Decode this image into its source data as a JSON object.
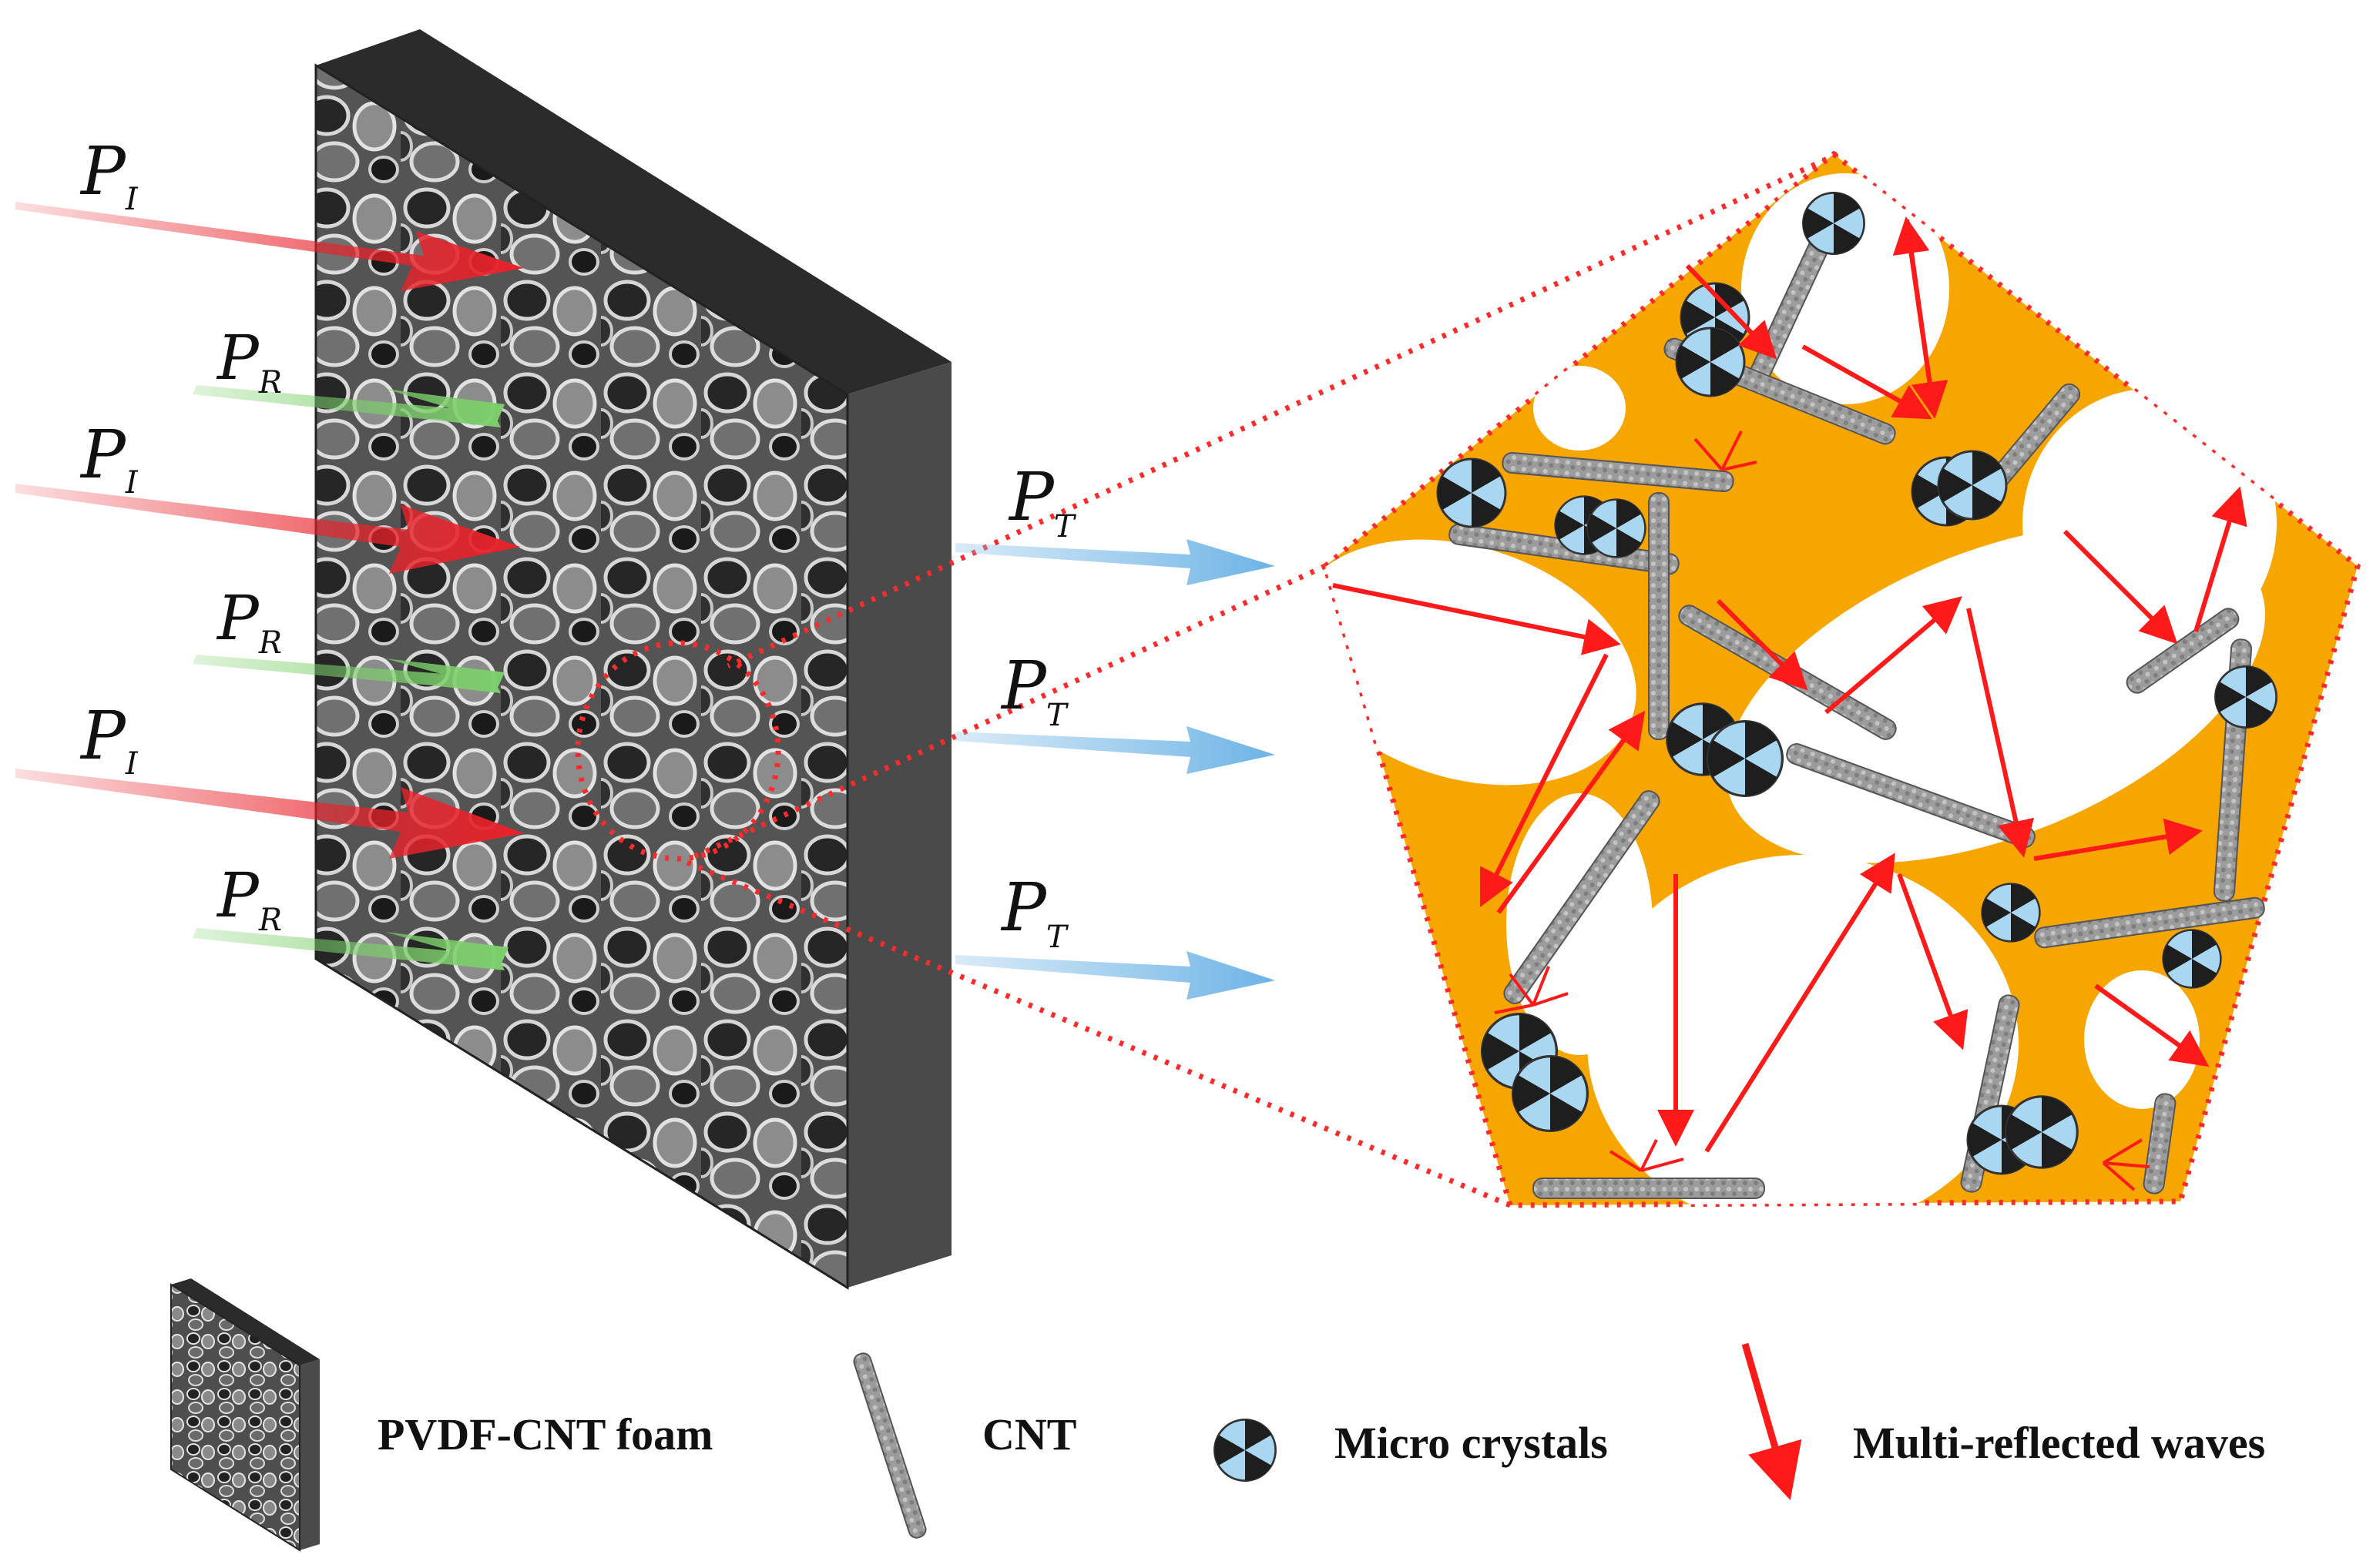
{
  "colors": {
    "incident": "#e8222a",
    "reflected": "#7ccf6b",
    "transmitted": "#7dbbe6",
    "matrix": "#f7a600",
    "reflection_arrow": "#ff1a1a",
    "slab_dark": "#3a3a3a",
    "crystal_fill": "#a9d7f2",
    "crystal_dark": "#1e1e1e",
    "cnt": "#9c9c9c"
  },
  "waves": {
    "incident": {
      "symbol": "P",
      "subscript": "I"
    },
    "reflected": {
      "symbol": "P",
      "subscript": "R"
    },
    "transmitted": {
      "symbol": "P",
      "subscript": "T"
    }
  },
  "legend": {
    "foam": "PVDF-CNT foam",
    "cnt": "CNT",
    "crystals": "Micro crystals",
    "waves": "Multi-reflected waves"
  },
  "icons": {
    "foam": "foam-slab-icon",
    "cnt": "cnt-tube-icon",
    "crystal": "micro-crystal-icon",
    "wave": "red-arrow-icon"
  }
}
